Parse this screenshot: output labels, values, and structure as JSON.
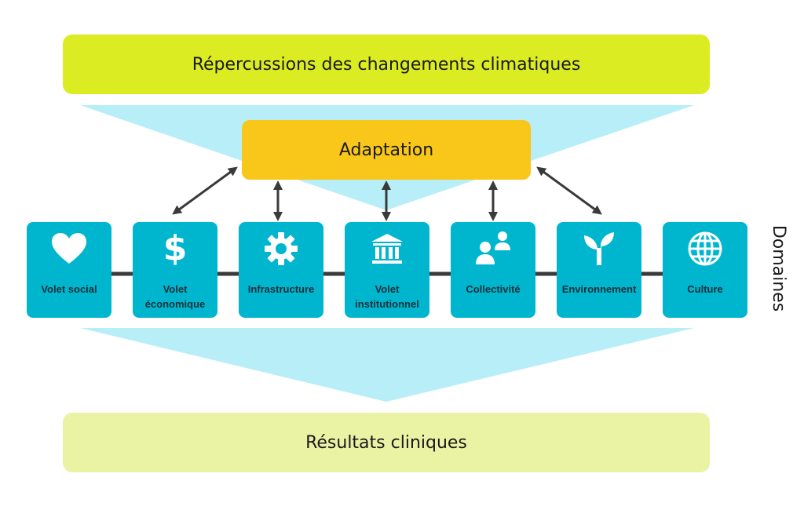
{
  "top_band": "Répercussions des changements climatiques",
  "adaptation": "Adaptation",
  "bottom_band": "Résultats cliniques",
  "domains_label": "Domaines",
  "domains": [
    {
      "line1": "Volet social",
      "line2": "",
      "icon": "heart-icon"
    },
    {
      "line1": "Volet",
      "line2": "économique",
      "icon": "dollar-icon"
    },
    {
      "line1": "Infrastructure",
      "line2": "",
      "icon": "gear-icon"
    },
    {
      "line1": "Volet",
      "line2": "institutionnel",
      "icon": "institution-icon"
    },
    {
      "line1": "Collectivité",
      "line2": "",
      "icon": "people-icon"
    },
    {
      "line1": "Environnement",
      "line2": "",
      "icon": "sprout-icon"
    },
    {
      "line1": "Culture",
      "line2": "",
      "icon": "globe-icon"
    }
  ],
  "colors": {
    "top_band": "#dcec22",
    "bottom_band": "#eaf3a4",
    "adaptation": "#f9c61a",
    "domain_box": "#00b6cf",
    "funnel": "#b8eef7",
    "connector": "#3a3a3a"
  }
}
